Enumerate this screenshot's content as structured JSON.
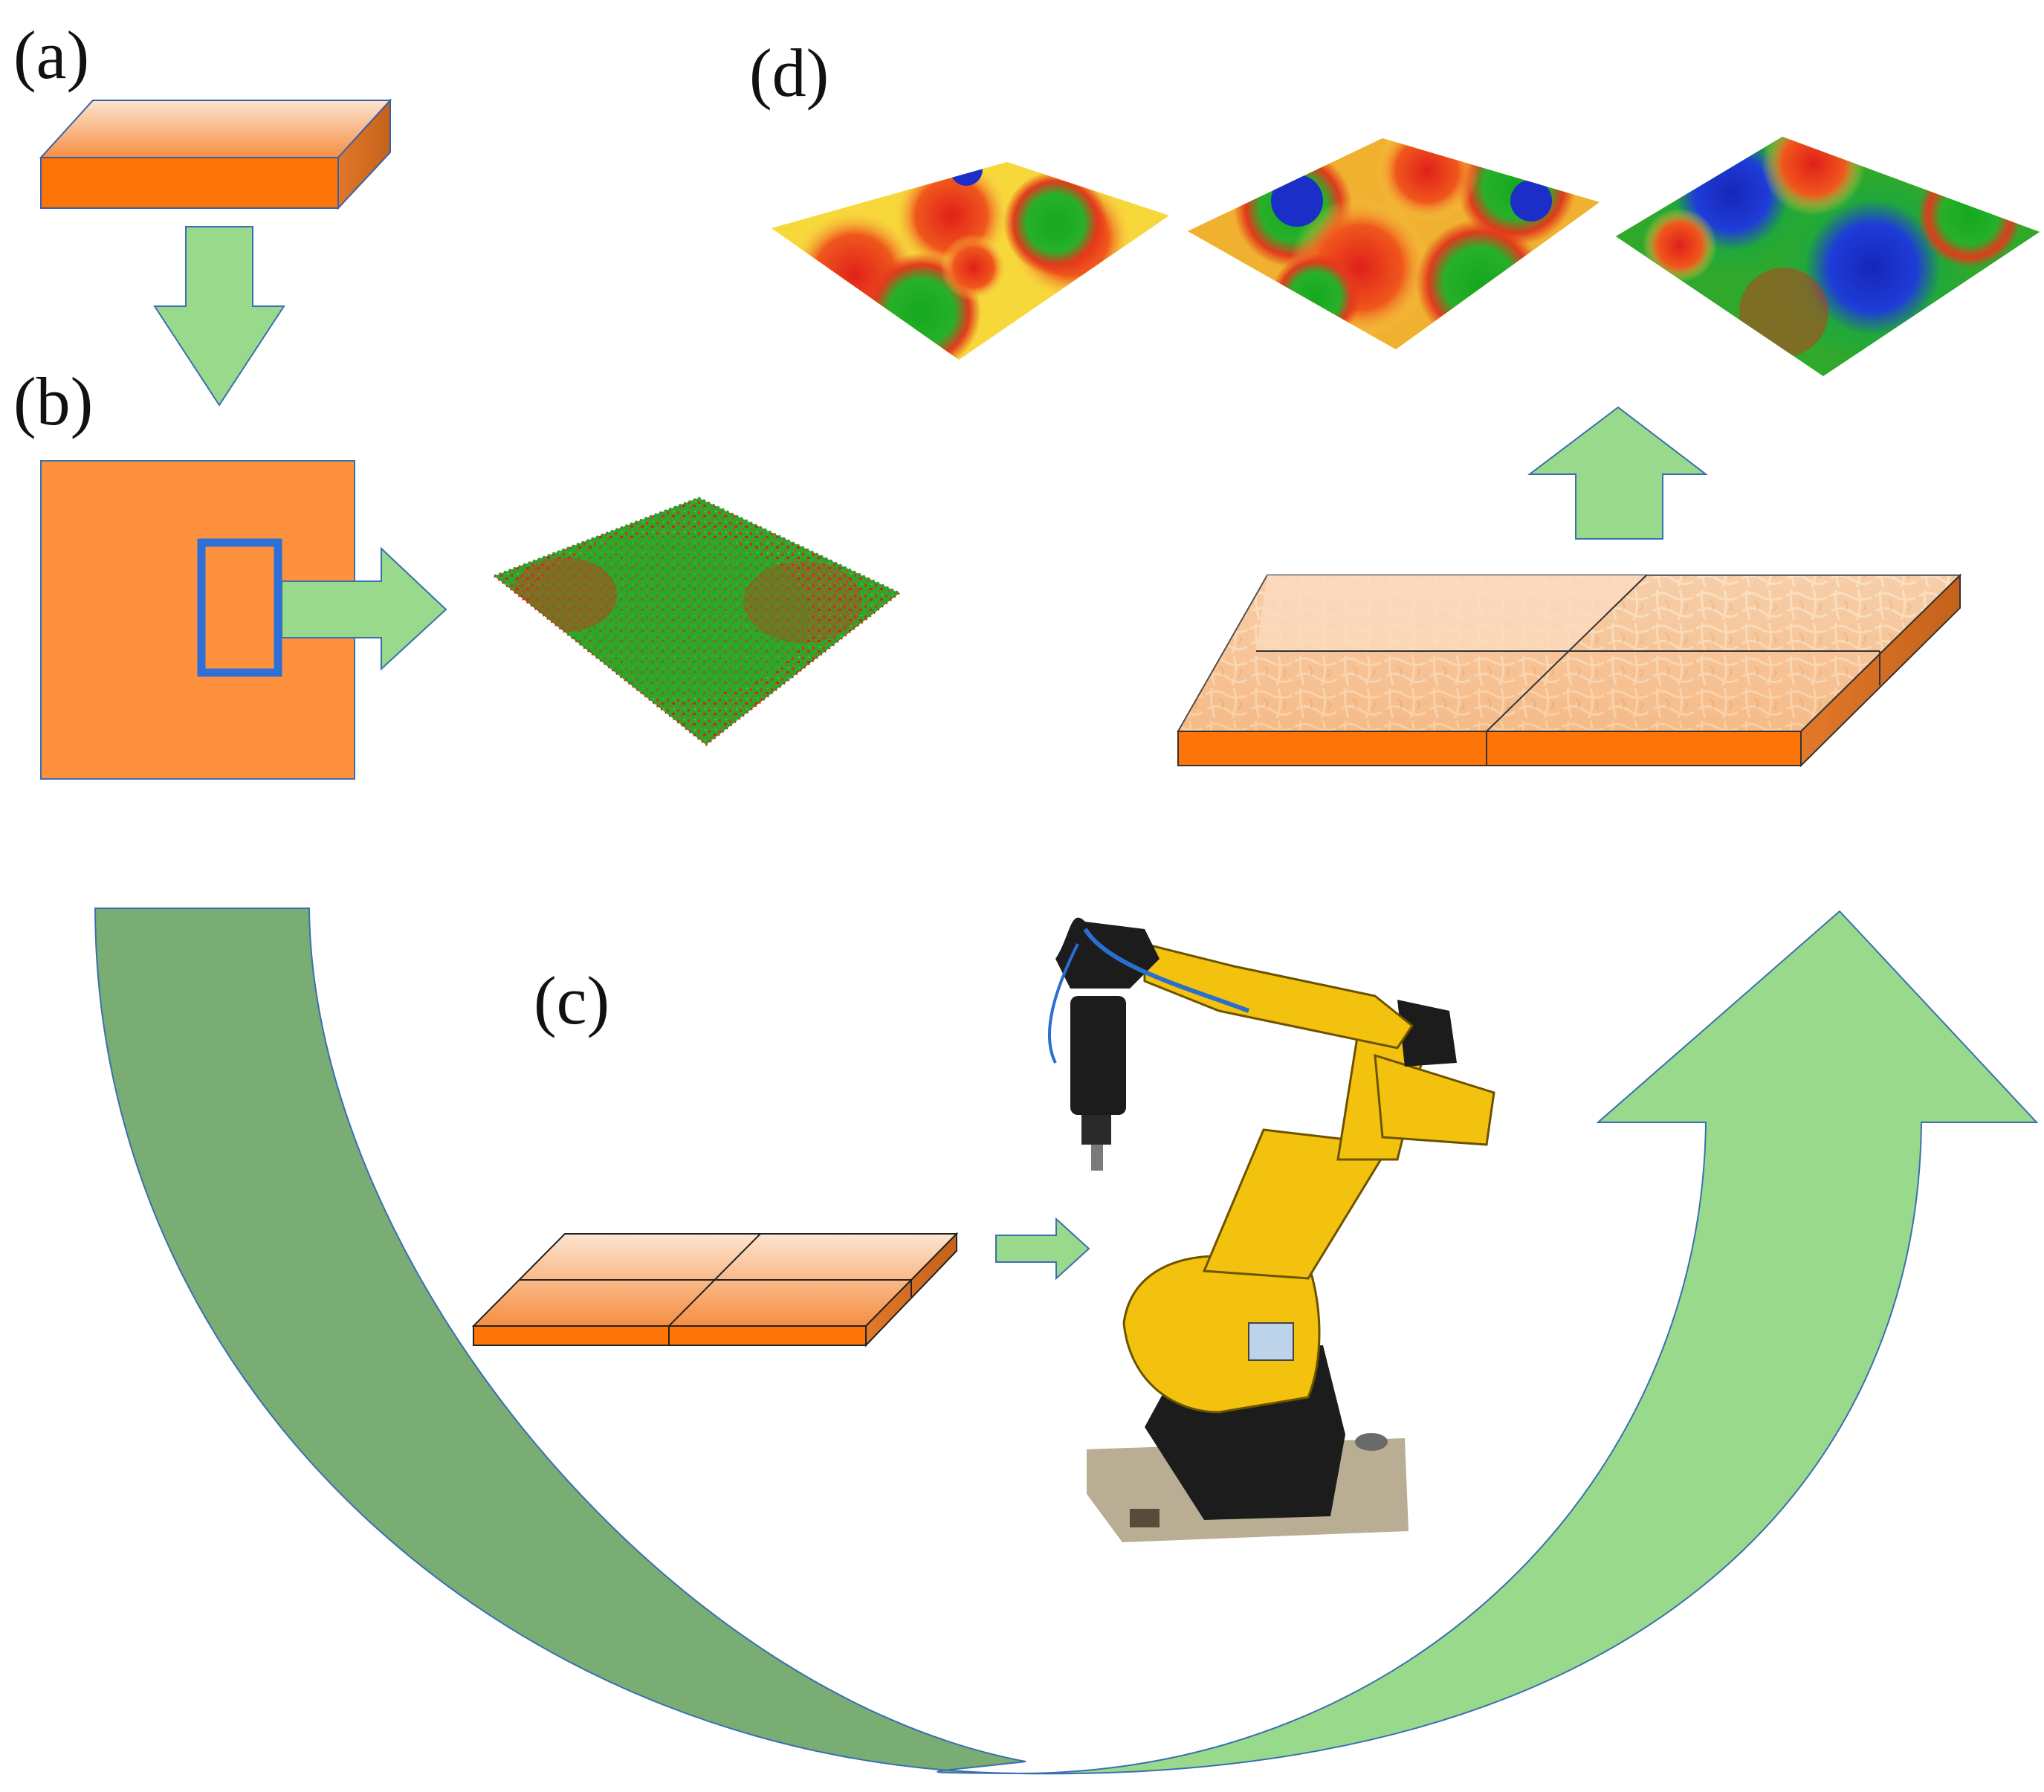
{
  "labels": {
    "a": "(a)",
    "b": "(b)",
    "c": "(c)",
    "d": "(d)"
  },
  "colors": {
    "slab_front": "#fd7408",
    "slab_top_light": "#fde0c8",
    "slab_top_dark": "#f58a3a",
    "slab_side": "#d86a1c",
    "plate": "#fd913d",
    "arrow_fill": "#98d98c",
    "arrow_dark_fill": "#79ad73",
    "arrow_stroke": "#3a6fb0",
    "roi_box": "#2e6fd8",
    "surface_green": "#22a422",
    "surface_red": "#e0261a",
    "surface_yellow": "#f5e93a",
    "surface_blue": "#1b2fc8",
    "robot_yellow": "#f3c20e",
    "robot_black": "#1c1c1c",
    "robot_base": "#b9ad93"
  },
  "icons": {
    "block": "rectangular-slab",
    "surface": "3d-surface-topography",
    "robot": "industrial-robot-arm",
    "arrow": "process-arrow"
  }
}
